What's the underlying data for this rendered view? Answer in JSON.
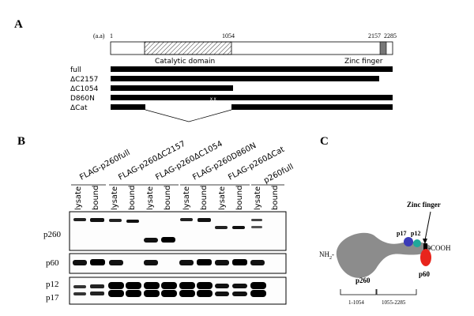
{
  "panel_a": {
    "letter": "A",
    "aa_label": "(a.a)",
    "pos_start": "1",
    "pos_1054": "1054",
    "pos_2157": "2157",
    "pos_2285": "2285",
    "catalytic_label": "Catalytic domain",
    "zinc_label": "Zinc finger",
    "constructs": [
      "full",
      "ΔC2157",
      "ΔC1054",
      "D860N",
      "ΔCat"
    ]
  },
  "panel_b": {
    "letter": "B",
    "groups": [
      "FLAG-p260full",
      "FLAG-p260ΔC2157",
      "FLAG-p260ΔC1054",
      "FLAG-p260D860N",
      "FLAG-p260ΔCat"
    ],
    "extra_label": "p260full",
    "lanes": [
      "lysate",
      "bound",
      "lysate",
      "bound",
      "lysate",
      "bound",
      "lysate",
      "bound",
      "lysate",
      "bound",
      "lysate",
      "bound"
    ],
    "blots": [
      "p260",
      "p60",
      "p12",
      "p17"
    ]
  },
  "panel_c": {
    "letter": "C",
    "zinc_finger": "Zinc finger",
    "p17": "p17",
    "p12": "p12",
    "nh2": "NH",
    "nh2_sub": "2",
    "nh2_dash": "-",
    "cooh": "-COOH",
    "p260": "p260",
    "p60": "p60",
    "range_1": "1-1054",
    "range_2": "1055-2285",
    "color_p17": "#3b3bb8",
    "color_p12": "#1fa89a",
    "color_p60": "#e8241c",
    "color_body": "#8c8c8c"
  }
}
